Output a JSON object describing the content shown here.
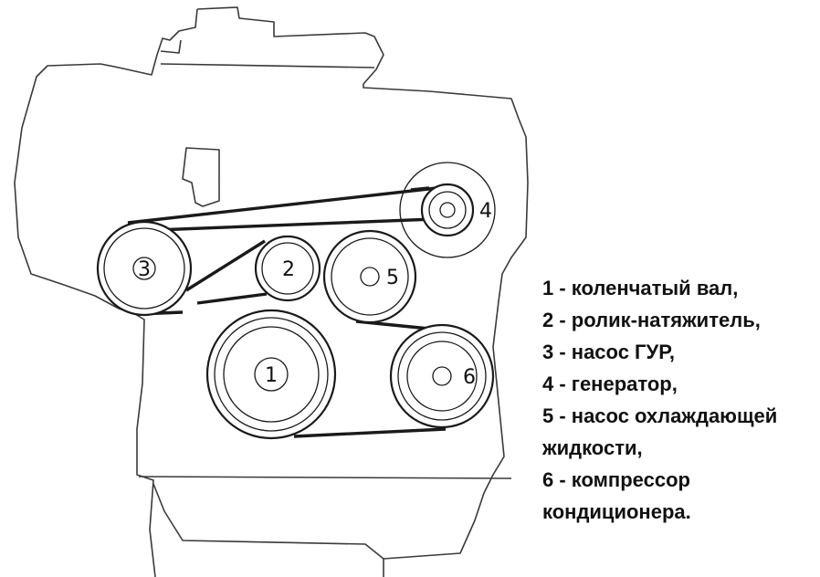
{
  "diagram": {
    "pulleys": [
      {
        "id": "1",
        "label": "1"
      },
      {
        "id": "2",
        "label": "2"
      },
      {
        "id": "3",
        "label": "3"
      },
      {
        "id": "4",
        "label": "4"
      },
      {
        "id": "5",
        "label": "5"
      },
      {
        "id": "6",
        "label": "6"
      }
    ]
  },
  "legend": {
    "lines": [
      "1 - коленчатый вал,",
      "2 - ролик-натяжитель,",
      "3 - насос ГУР,",
      "4 - генератор,",
      "5 - насос охлаждающей",
      "жидкости,",
      "6 - компрессор",
      "кондиционера."
    ]
  }
}
